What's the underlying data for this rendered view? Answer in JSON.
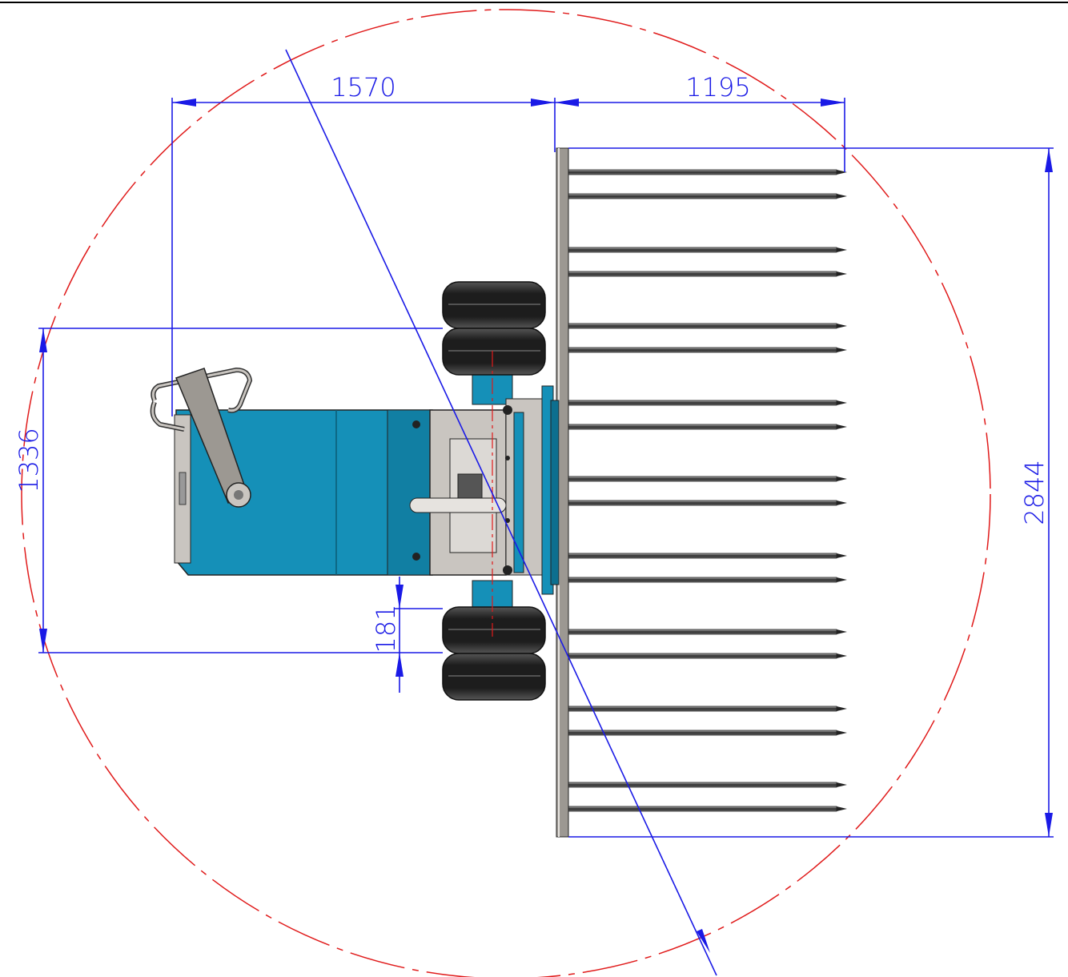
{
  "dimensions": {
    "rear_length": "1570",
    "fork_length": "1195",
    "track_width": "1336",
    "wheel_offset": "181",
    "fork_span": "2844"
  },
  "colors": {
    "dimension": "#1a1ae6",
    "turning_circle": "#e01a1a",
    "body": "#1590b8",
    "frame": "#c9c5c0",
    "tire": "#2a2a2a"
  },
  "icons": [
    "turning-radius-circle",
    "forklift-top-view"
  ]
}
